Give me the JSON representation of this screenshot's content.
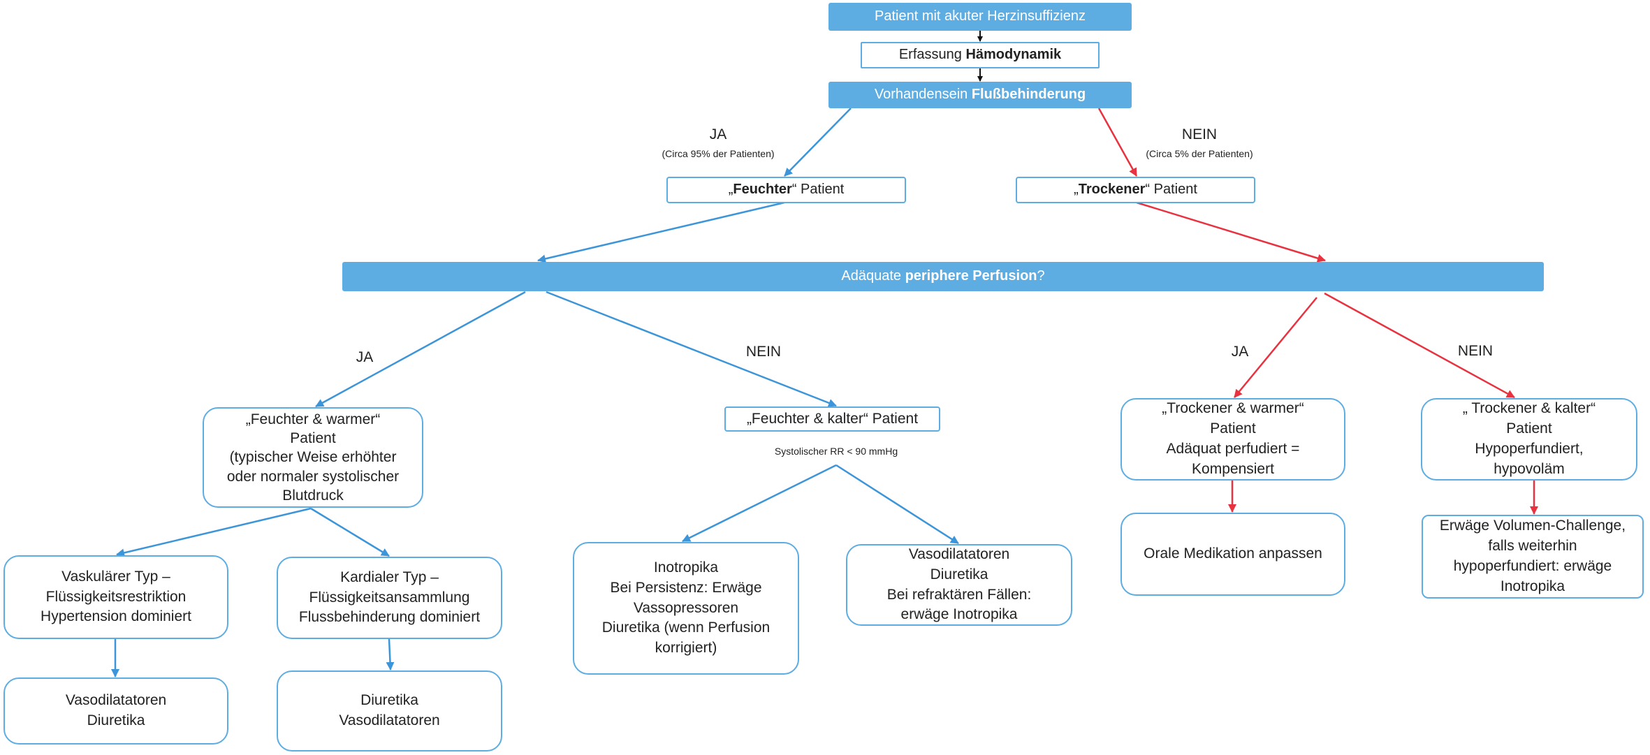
{
  "colors": {
    "blue": "#5dade2",
    "red": "#e8323f",
    "line_blue": "#3c95d8"
  },
  "nodes": {
    "start": "Patient mit akuter Herzinsuffizienz",
    "hemo_pre": "Erfassung ",
    "hemo_bold": "Hämodynamik",
    "flow_pre": "Vorhandensein ",
    "flow_bold": "Flußbehinderung",
    "wet_open": "„",
    "wet_bold": "Feuchter",
    "wet_rest": "“ Patient",
    "dry_open": "„",
    "dry_bold": "Trockener",
    "dry_rest": "“ Patient",
    "perf_pre": "Adäquate ",
    "perf_bold": "periphere Perfusion",
    "perf_post": "?",
    "wet_warm": [
      "„Feuchter & warmer“",
      "Patient",
      "(typischer Weise erhöhter",
      "oder normaler systolischer",
      "Blutdruck"
    ],
    "wet_cold": "„Feuchter & kalter“ Patient",
    "dry_warm": [
      "„Trockener & warmer“",
      "Patient",
      "Adäquat perfudiert =",
      "Kompensiert"
    ],
    "dry_cold": [
      "„ Trockener & kalter“",
      "Patient",
      "Hypoperfundiert,",
      "hypovoläm"
    ],
    "vasc_type": [
      "Vaskulärer Typ –",
      "Flüssigkeitsrestriktion",
      "Hypertension dominiert"
    ],
    "card_type": [
      "Kardialer Typ –",
      "Flüssigkeitsansammlung",
      "Flussbehinderung dominiert"
    ],
    "vasc_tx": [
      "Vasodilatatoren",
      "Diuretika"
    ],
    "card_tx": [
      "Diuretika",
      "Vasodilatatoren"
    ],
    "inotrop": [
      "Inotropika",
      "Bei Persistenz: Erwäge",
      "Vassopressoren",
      "Diuretika (wenn Perfusion",
      "korrigiert)"
    ],
    "vasodil": [
      "Vasodilatatoren",
      "Diuretika",
      "Bei refraktären Fällen:",
      "erwäge Inotropika"
    ],
    "oral": "Orale Medikation anpassen",
    "volume": [
      "Erwäge Volumen-Challenge,",
      "falls weiterhin",
      "hypoperfundiert: erwäge",
      "Inotropika"
    ]
  },
  "labels": {
    "ja_top": "JA",
    "ja_top_sub": "(Circa 95% der Patienten)",
    "nein_top": "NEIN",
    "nein_top_sub": "(Circa 5% der Patienten)",
    "ja_left": "JA",
    "nein_left": "NEIN",
    "ja_right": "JA",
    "nein_right": "NEIN",
    "systolic": "Systolischer RR < 90 mmHg"
  }
}
